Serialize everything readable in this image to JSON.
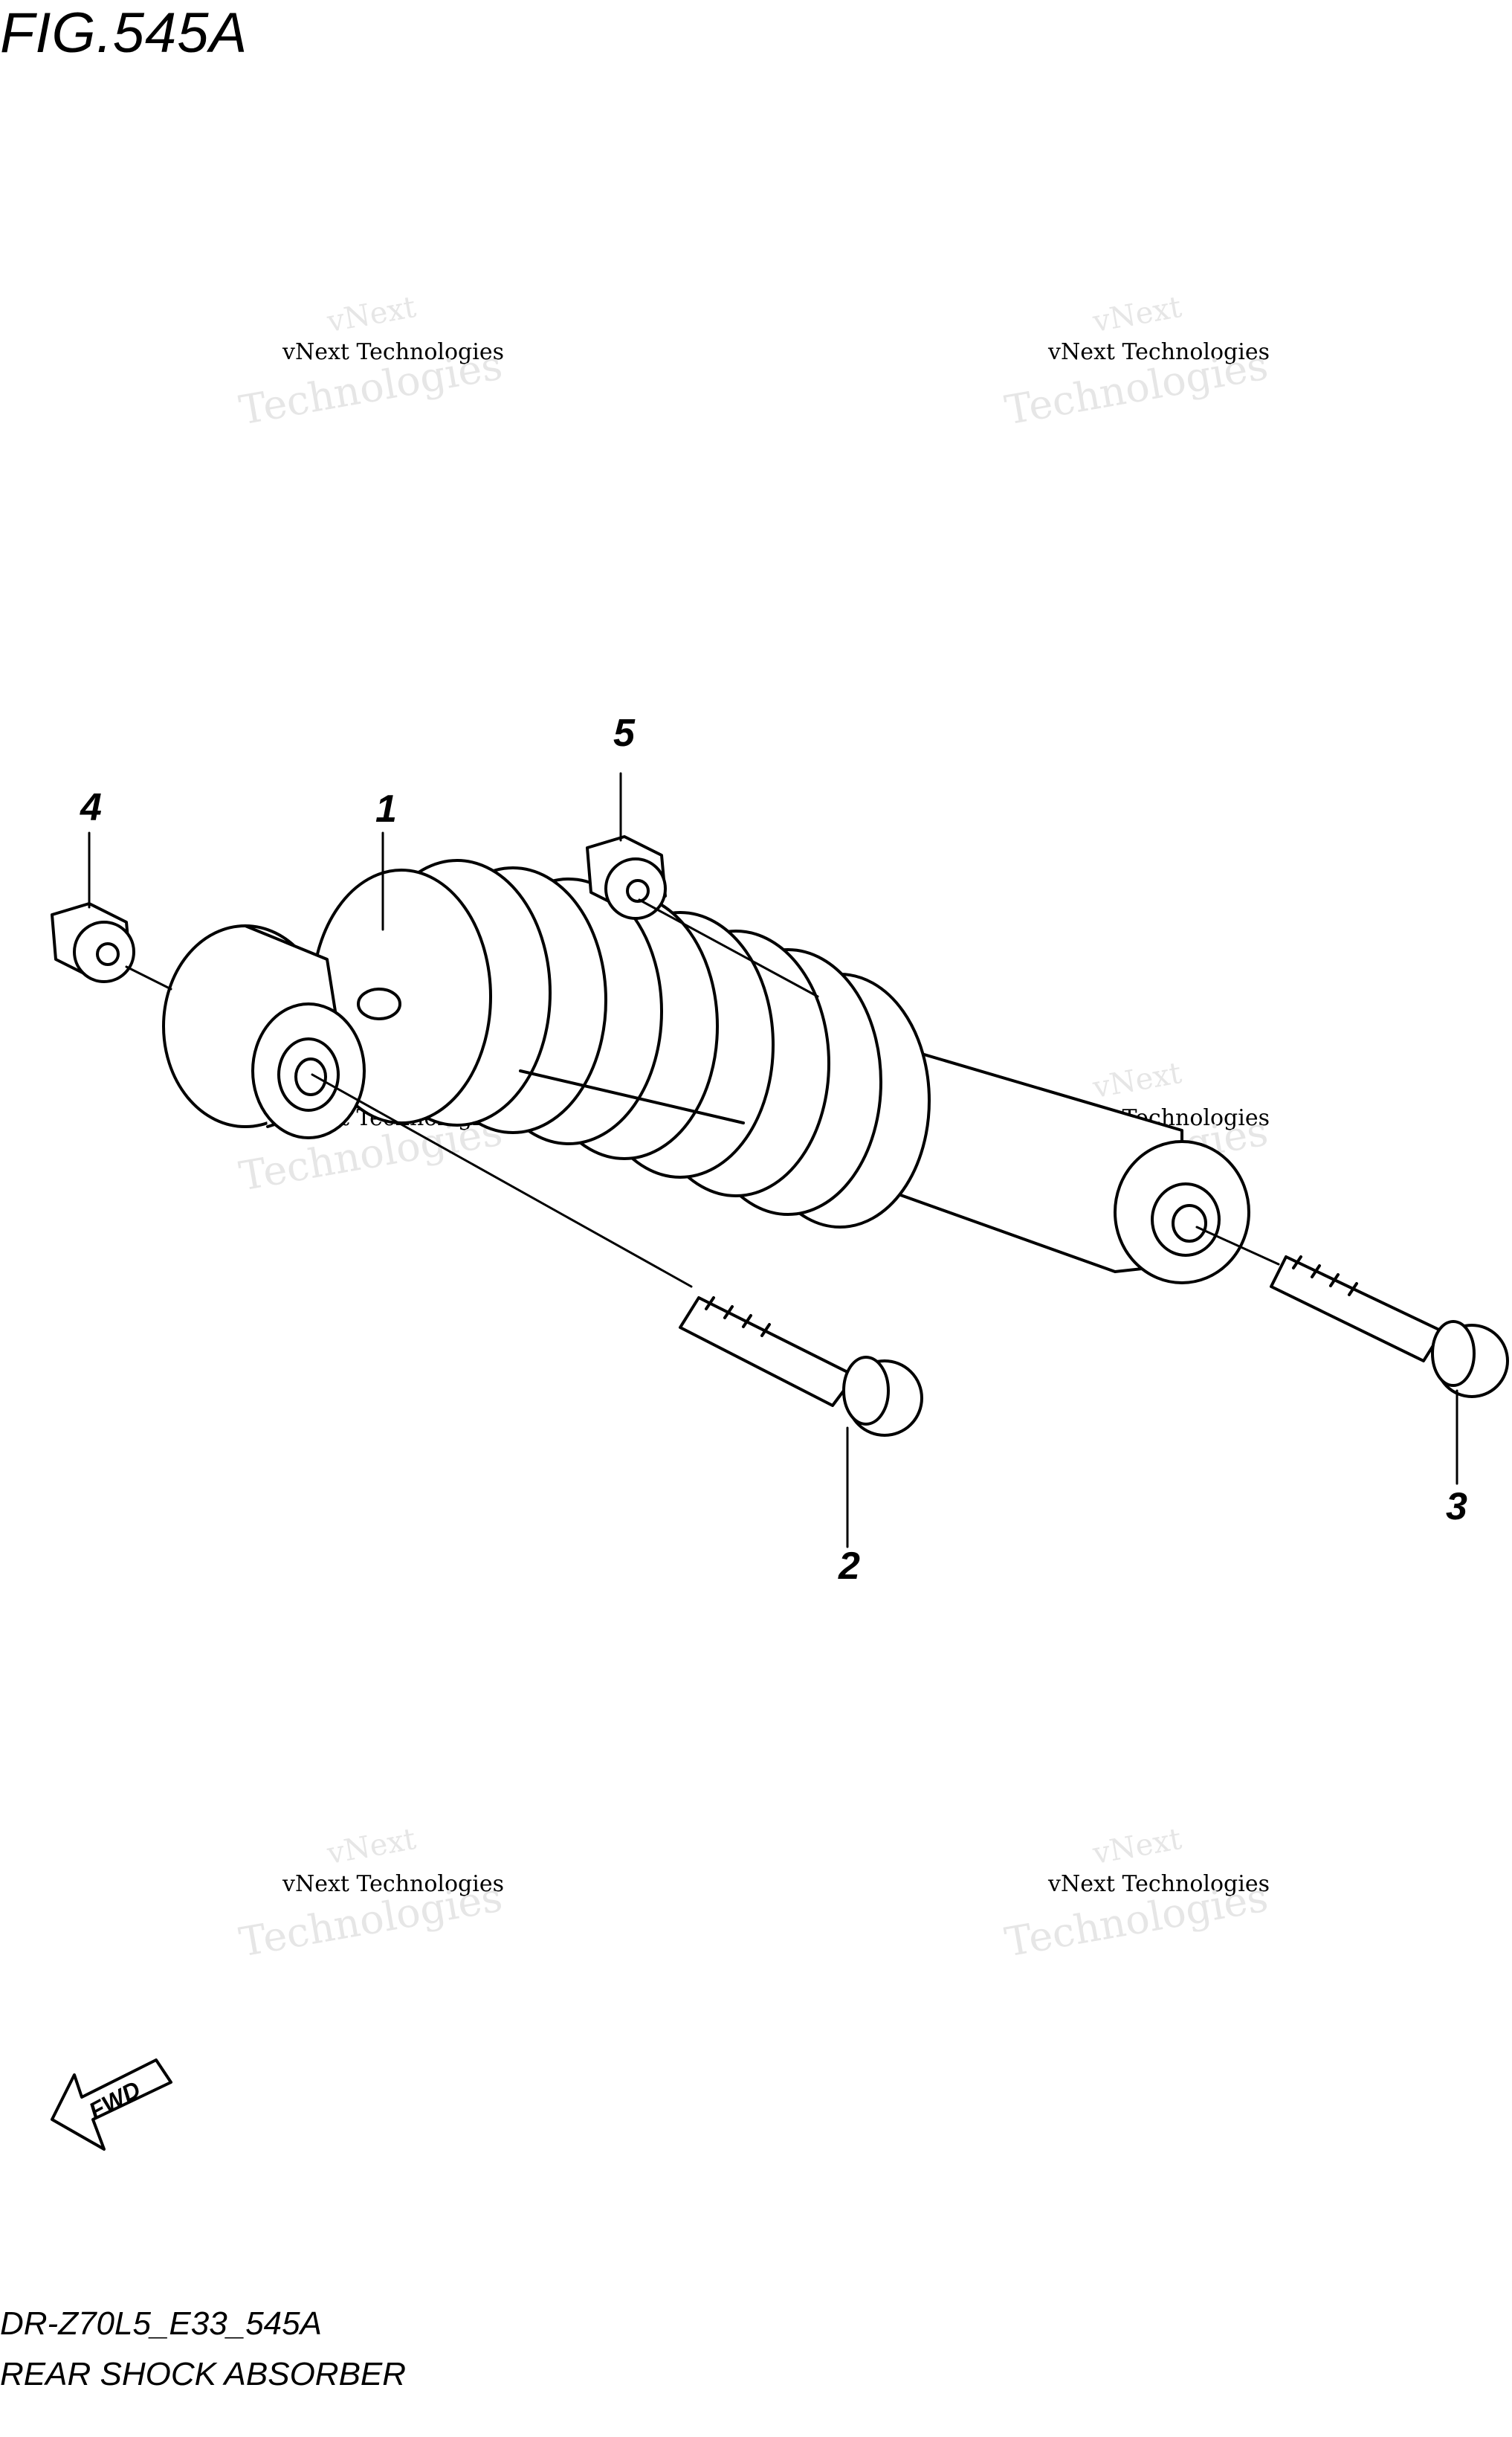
{
  "figure": {
    "title": "FIG.545A",
    "code": "DR-Z70L5_E33_545A",
    "name": "REAR SHOCK ABSORBER"
  },
  "callouts": [
    "1",
    "2",
    "3",
    "4",
    "5"
  ],
  "fwd_label": "FWD",
  "watermark": {
    "line1": "vNext",
    "line2": "vNext Technologies",
    "line3": "Technologies"
  }
}
